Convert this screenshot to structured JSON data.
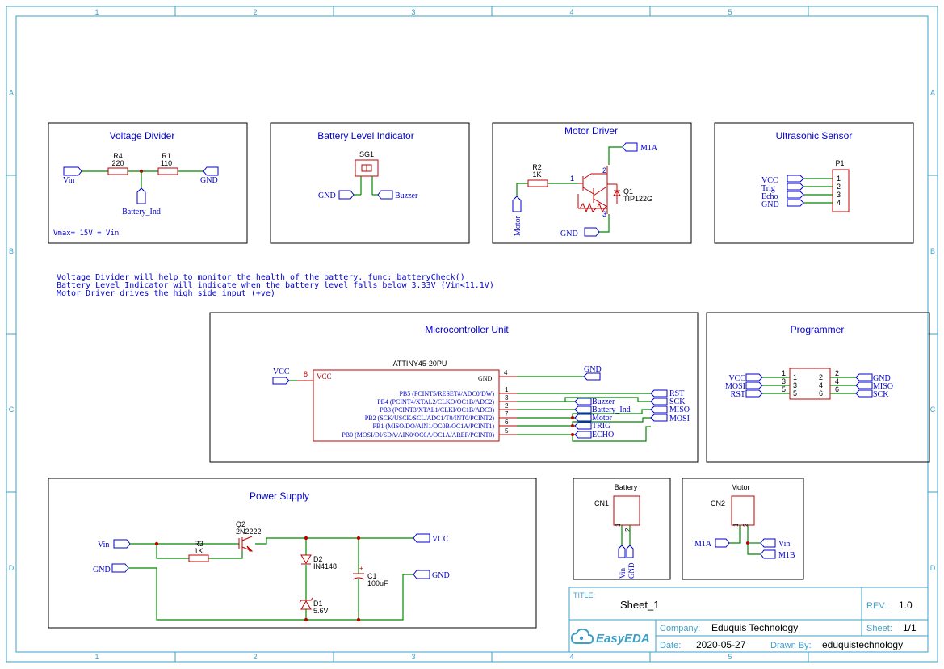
{
  "frame": {
    "cols": [
      "1",
      "2",
      "3",
      "4",
      "5"
    ],
    "rows": [
      "A",
      "B",
      "C",
      "D"
    ]
  },
  "blocks": {
    "voltage_divider": {
      "title": "Voltage Divider",
      "r4": {
        "ref": "R4",
        "value": "220"
      },
      "r1": {
        "ref": "R1",
        "value": "110"
      },
      "net_vin": "Vin",
      "net_gnd": "GND",
      "net_batt": "Battery_Ind",
      "note": "Vmax= 15V = Vin"
    },
    "battery_level": {
      "title": "Battery Level Indicator",
      "ref": "SG1",
      "net_gnd": "GND",
      "net_buzzer": "Buzzer"
    },
    "motor_driver": {
      "title": "Motor Driver",
      "r2": {
        "ref": "R2",
        "value": "1K"
      },
      "q1": {
        "ref": "Q1",
        "value": "TIP122G"
      },
      "net_m1a": "M1A",
      "net_gnd": "GND",
      "net_motor": "Motor",
      "pin1": "1",
      "pin2": "2",
      "pin3": "3"
    },
    "ultrasonic": {
      "title": "Ultrasonic Sensor",
      "ref": "P1",
      "pins": [
        {
          "net": "VCC",
          "num": "1"
        },
        {
          "net": "Trig",
          "num": "2"
        },
        {
          "net": "Echo",
          "num": "3"
        },
        {
          "net": "GND",
          "num": "4"
        }
      ]
    },
    "notes": [
      "Voltage Divider will help to monitor the health of the battery. func: batteryCheck()",
      "Battery Level Indicator will indicate when the battery level falls below 3.33V (Vin<11.1V)",
      "Motor Driver drives the high side input (+ve)"
    ],
    "mcu": {
      "title": "Microcontroller Unit",
      "part": "ATTINY45-20PU",
      "vcc_net": "VCC",
      "vcc_pin": "8",
      "vcc_label": "VCC",
      "gnd_label": "GND",
      "gnd_pin": "4",
      "gnd_net": "GND",
      "pins": [
        {
          "label": "PB5 (PCINT5/RESET#/ADC0/DW)",
          "num": "1",
          "net": ""
        },
        {
          "label": "PB4 (PCINT4/XTAL2/CLKO/OC1B/ADC2)",
          "num": "3",
          "net": "Buzzer"
        },
        {
          "label": "PB3 (PCINT3/XTAL1/CLKI/OC1B/ADC3)",
          "num": "2",
          "net": "Battery_Ind"
        },
        {
          "label": "PB2 (SCK/USCK/SCL/ADC1/T0/INT0/PCINT2)",
          "num": "7",
          "net": "Motor"
        },
        {
          "label": "PB1 (MISO/DO/AIN1/OC0B/OC1A/PCINT1)",
          "num": "6",
          "net": "TRIG"
        },
        {
          "label": "PB0 (MOSI/DI/SDA/AIN0/OC0A/OC1A/AREF/PCINT0)",
          "num": "5",
          "net": "ECHO"
        }
      ],
      "right_nets": [
        "RST",
        "SCK",
        "MISO",
        "MOSI"
      ]
    },
    "programmer": {
      "title": "Programmer",
      "left": [
        {
          "net": "VCC",
          "pin": "1"
        },
        {
          "net": "MOSI",
          "pin": "3"
        },
        {
          "net": "RST",
          "pin": "5"
        }
      ],
      "right": [
        {
          "net": "GND",
          "pin": "2"
        },
        {
          "net": "MISO",
          "pin": "4"
        },
        {
          "net": "SCK",
          "pin": "6"
        }
      ]
    },
    "power": {
      "title": "Power Supply",
      "net_vin": "Vin",
      "net_gnd": "GND",
      "net_vcc": "VCC",
      "net_gnd_out": "GND",
      "r3": {
        "ref": "R3",
        "value": "1K"
      },
      "q2": {
        "ref": "Q2",
        "value": "2N2222"
      },
      "d2": {
        "ref": "D2",
        "value": "IN4148"
      },
      "d1": {
        "ref": "D1",
        "value": "5.6V"
      },
      "c1": {
        "ref": "C1",
        "value": "100uF"
      }
    },
    "battery_conn": {
      "title": "Battery",
      "ref": "CN1",
      "pin1": "1",
      "pin2": "2",
      "net1": "Vin",
      "net2": "GND"
    },
    "motor_conn": {
      "title": "Motor",
      "ref": "CN2",
      "pin1": "1",
      "pin2": "2",
      "net_m1a": "M1A",
      "net_vin": "Vin",
      "net_m1b": "M1B"
    }
  },
  "title_block": {
    "title_label": "TITLE:",
    "title": "Sheet_1",
    "rev_label": "REV:",
    "rev": "1.0",
    "company_label": "Company:",
    "company": "Eduquis Technology",
    "sheet_label": "Sheet:",
    "sheet": "1/1",
    "date_label": "Date:",
    "date": "2020-05-27",
    "drawn_label": "Drawn By:",
    "drawn": "eduquistechnology",
    "logo": "EasyEDA"
  }
}
